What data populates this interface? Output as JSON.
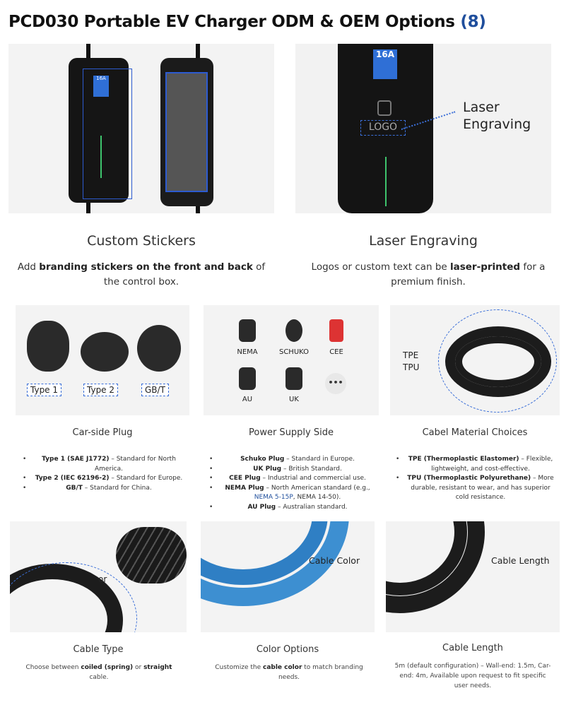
{
  "title": "PCD030 Portable EV Charger ODM & OEM Options",
  "title_count": "(8)",
  "top": [
    {
      "heading": "Custom Stickers",
      "desc_pre": "Add ",
      "desc_bold": "branding stickers on the front and back",
      "desc_post": " of the control box.",
      "img": {
        "screen": "16A"
      }
    },
    {
      "heading": "Laser Engraving",
      "desc_pre": "Logos or custom text can be ",
      "desc_bold": "laser-printed",
      "desc_post": " for a premium finish.",
      "img": {
        "screen": "16A",
        "logo": "LOGO",
        "callout": "Laser Engraving"
      }
    }
  ],
  "plugs": {
    "labels": [
      "Type 1",
      "Type 2",
      "GB/T"
    ],
    "heading": "Car-side Plug",
    "items": [
      {
        "bold": "Type 1 (SAE J1772)",
        "text": " – Standard for North America."
      },
      {
        "bold": "Type 2 (IEC 62196-2)",
        "text": " – Standard for Europe."
      },
      {
        "bold": "GB/T",
        "text": " – Standard for China."
      }
    ]
  },
  "power": {
    "labels": [
      "NEMA",
      "SCHUKO",
      "CEE",
      "AU",
      "UK",
      "•••"
    ],
    "heading": "Power Supply Side",
    "items": [
      {
        "bold": "Schuko Plug",
        "text": " – Standard in Europe."
      },
      {
        "bold": "UK Plug",
        "text": " – British Standard."
      },
      {
        "bold": "CEE Plug",
        "text": " – Industrial and commercial use."
      },
      {
        "bold": "NEMA Plug",
        "text": " – North American standard (e.g., ",
        "link": "NEMA 5-15P",
        "after": ", NEMA 14-50)."
      },
      {
        "bold": "AU Plug",
        "text": " – Australian standard."
      }
    ]
  },
  "material": {
    "labels": [
      "TPE",
      "TPU"
    ],
    "heading": "Cabel Material Choices",
    "items": [
      {
        "bold": "TPE (Thermoplastic Elastomer)",
        "text": " – Flexible, lightweight, and cost-effective."
      },
      {
        "bold": "TPU (Thermoplastic Polyurethane)",
        "text": " – More durable, resistant to wear, and has superior cold resistance."
      }
    ]
  },
  "bottom": [
    {
      "img_label": "or",
      "heading": "Cable Type",
      "desc_pre": "Choose between ",
      "desc_bold": "coiled (spring)",
      "desc_mid": " or ",
      "desc_bold2": "straight",
      "desc_post": " cable."
    },
    {
      "img_label": "Cable Color",
      "heading": "Color Options",
      "desc_pre": "Customize the ",
      "desc_bold": "cable color",
      "desc_post": " to match branding needs."
    },
    {
      "img_label": "Cable Length",
      "heading": "Cable Length",
      "desc": "5m (default configuration) – Wall-end: 1.5m, Car-end: 4m, Available upon request to fit specific user needs."
    }
  ]
}
